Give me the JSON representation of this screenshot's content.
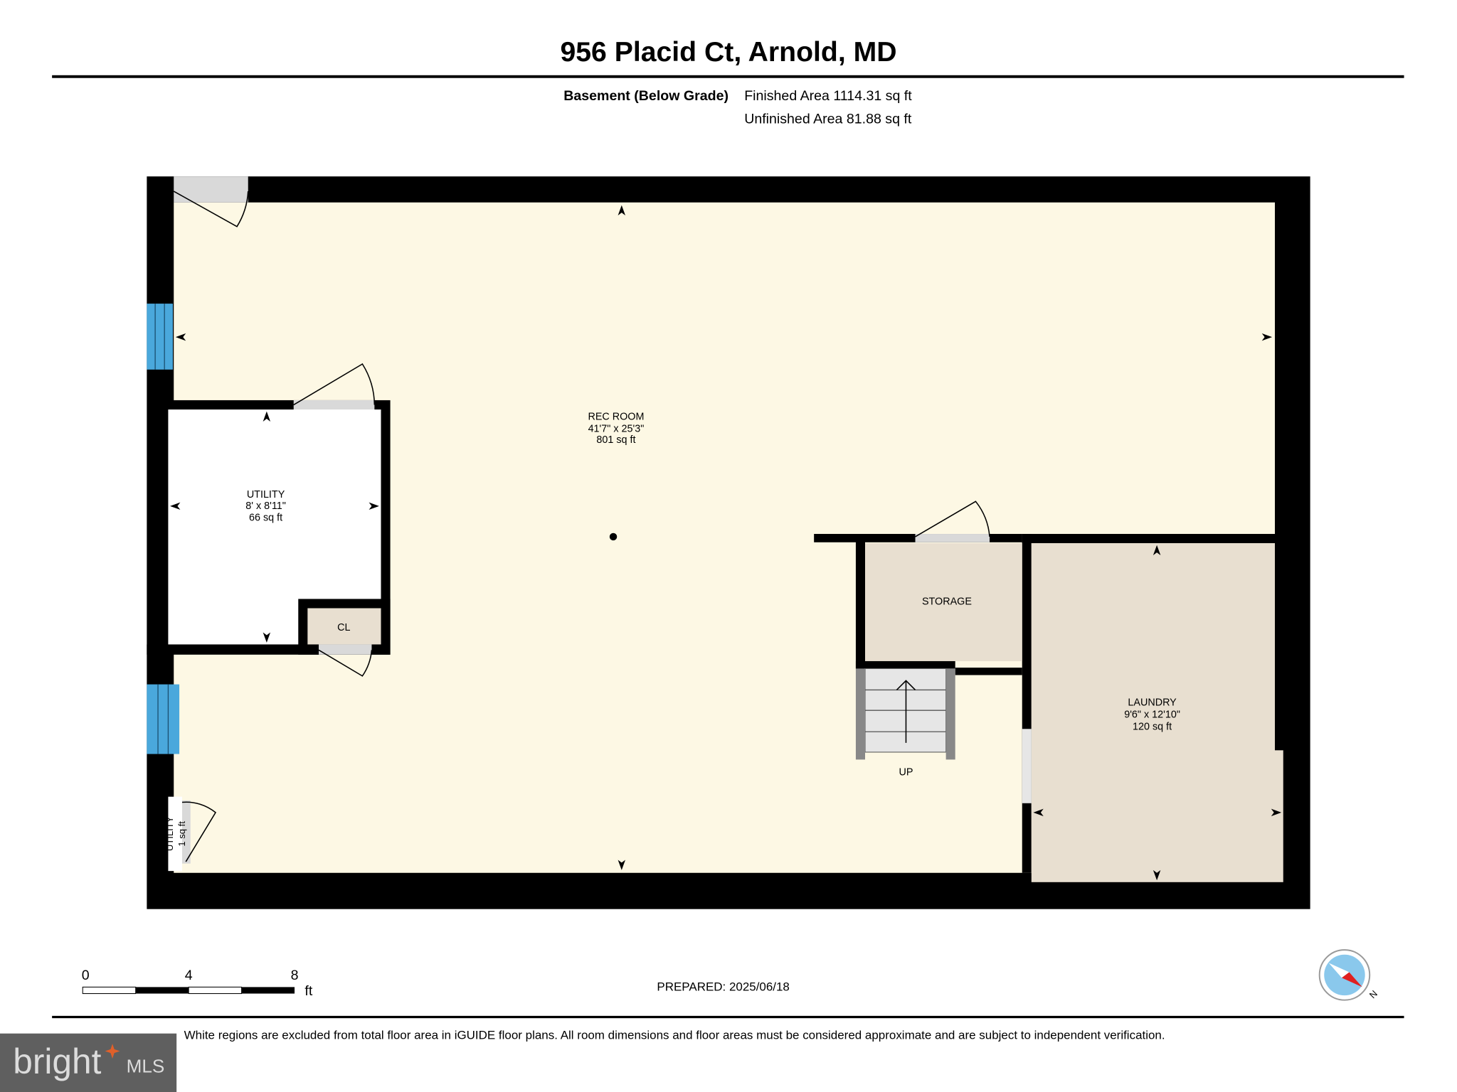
{
  "header": {
    "title": "956 Placid Ct, Arnold, MD",
    "floor_label": "Basement (Below Grade)",
    "finished_area": "Finished Area 1114.31 sq ft",
    "unfinished_area": "Unfinished Area 81.88 sq ft"
  },
  "rooms": {
    "rec_room": {
      "name": "REC ROOM",
      "dims": "41'7\" x 25'3\"",
      "area": "801 sq ft"
    },
    "utility": {
      "name": "UTILITY",
      "dims": "8' x 8'11\"",
      "area": "66 sq ft"
    },
    "closet": {
      "name": "CL"
    },
    "storage": {
      "name": "STORAGE"
    },
    "laundry": {
      "name": "LAUNDRY",
      "dims": "9'6\" x 12'10\"",
      "area": "120 sq ft"
    },
    "small_utility": {
      "name": "UTILITY",
      "area": "1 sq ft"
    },
    "stairs": {
      "label": "UP"
    }
  },
  "scale_bar": {
    "ticks": [
      "0",
      "4",
      "8"
    ],
    "unit": "ft"
  },
  "footer": {
    "prepared": "PREPARED: 2025/06/18",
    "disclaimer": "White regions are excluded from total floor area in iGUIDE floor plans. All room dimensions and floor areas must be considered approximate and are subject to independent verification.",
    "compass_label": "N"
  },
  "watermark": {
    "text": "bright",
    "suffix": "MLS"
  },
  "colors": {
    "wall": "#000000",
    "finished_floor": "#fdf8e4",
    "unfinished_floor": "#e8dfd0",
    "window": "#4aa8dc",
    "door_opening": "#d9d9d9",
    "logo_bg": "#5f5f5f",
    "logo_star": "#e0602a"
  }
}
